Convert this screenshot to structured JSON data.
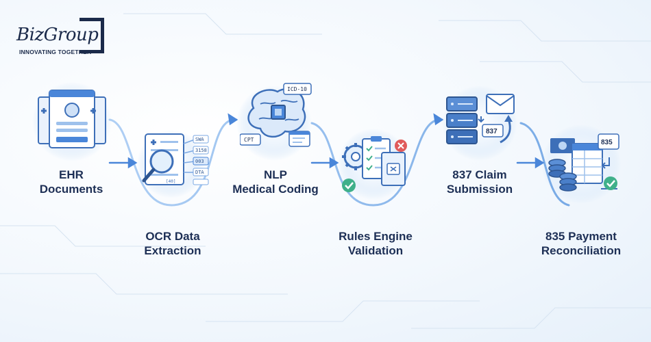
{
  "logo": {
    "brand": "BizGroup",
    "tagline": "INNOVATING TOGETHER"
  },
  "stages": [
    {
      "line1": "EHR",
      "line2": "Documents",
      "icon": "ehr-documents-icon"
    },
    {
      "line1": "OCR Data",
      "line2": "Extraction",
      "icon": "ocr-magnifier-icon"
    },
    {
      "line1": "NLP",
      "line2": "Medical Coding",
      "icon": "brain-chip-icon"
    },
    {
      "line1": "Rules Engine",
      "line2": "Validation",
      "icon": "checklist-gear-icon"
    },
    {
      "line1": "837 Claim",
      "line2": "Submission",
      "icon": "server-envelope-icon"
    },
    {
      "line1": "835 Payment",
      "line2": "Reconciliation",
      "icon": "coins-spreadsheet-icon"
    }
  ],
  "icon_text": {
    "ocr_fields": [
      "SWA",
      "3158",
      "003",
      "DTA"
    ],
    "ocr_card": "[40]",
    "icd": "ICD-10",
    "cpt": "CPT",
    "claim": "837",
    "payment": "835"
  },
  "colors": {
    "navy": "#1b2a4a",
    "label": "#1d2f55",
    "accent": "#4a86d9",
    "check": "#3fb08a",
    "error": "#e05a5a"
  }
}
